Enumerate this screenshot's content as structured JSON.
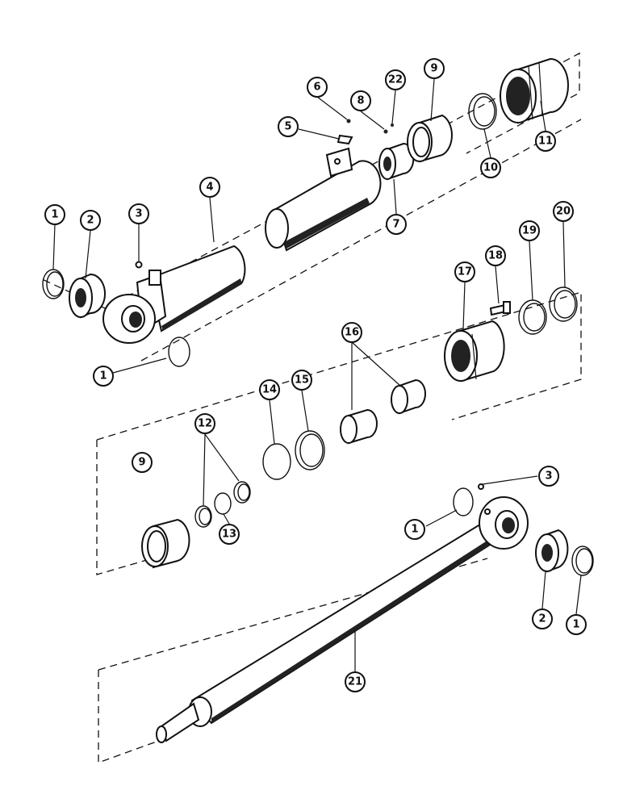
{
  "diagram": {
    "callouts": [
      {
        "label": "1"
      },
      {
        "label": "2"
      },
      {
        "label": "3"
      },
      {
        "label": "4"
      },
      {
        "label": "5"
      },
      {
        "label": "6"
      },
      {
        "label": "8"
      },
      {
        "label": "22"
      },
      {
        "label": "9"
      },
      {
        "label": "7"
      },
      {
        "label": "10"
      },
      {
        "label": "11"
      },
      {
        "label": "1"
      },
      {
        "label": "17"
      },
      {
        "label": "18"
      },
      {
        "label": "19"
      },
      {
        "label": "20"
      },
      {
        "label": "16"
      },
      {
        "label": "14"
      },
      {
        "label": "15"
      },
      {
        "label": "12"
      },
      {
        "label": "9"
      },
      {
        "label": "13"
      },
      {
        "label": "3"
      },
      {
        "label": "1"
      },
      {
        "label": "2"
      },
      {
        "label": "1"
      },
      {
        "label": "21"
      }
    ]
  }
}
